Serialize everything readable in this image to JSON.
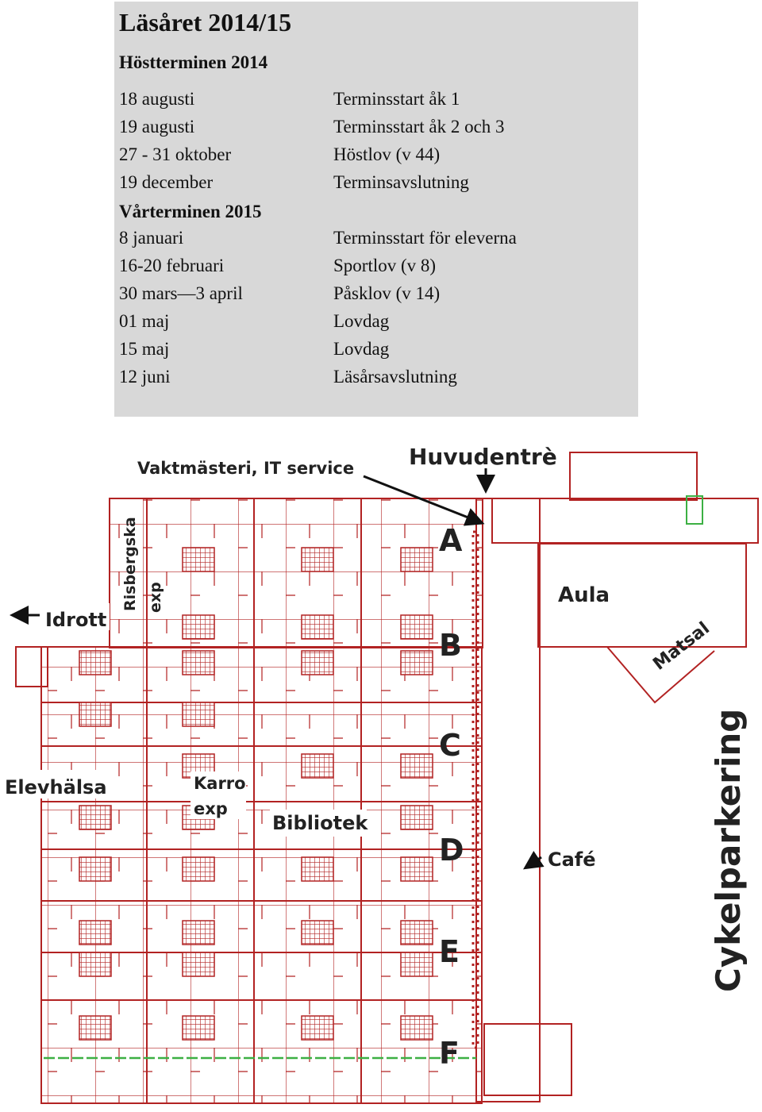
{
  "calendar": {
    "title": "Läsåret 2014/15",
    "autumn": {
      "heading": "Höstterminen 2014",
      "rows": [
        {
          "date": "18 augusti",
          "event": "Terminsstart åk 1"
        },
        {
          "date": "19 augusti",
          "event": "Terminsstart åk 2 och 3"
        },
        {
          "date": "27 - 31 oktober",
          "event": "Höstlov (v 44)"
        },
        {
          "date": "19 december",
          "event": "Terminsavslutning"
        }
      ]
    },
    "spring": {
      "heading": "Vårterminen 2015",
      "rows": [
        {
          "date": "8 januari",
          "event": "Terminsstart för eleverna"
        },
        {
          "date": "16-20 februari",
          "event": "Sportlov (v 8)"
        },
        {
          "date": "30 mars—3 april",
          "event": "Påsklov (v 14)"
        },
        {
          "date": "01 maj",
          "event": "Lovdag"
        },
        {
          "date": "15 maj",
          "event": "Lovdag"
        },
        {
          "date": "12 juni",
          "event": "Läsårsavslutning"
        }
      ]
    }
  },
  "floorplan": {
    "labels": {
      "vaktmasteri": "Vaktmästeri, IT service",
      "huvudentre": "Huvudentrè",
      "risbergska": "Risbergska",
      "risbergska_exp": "exp",
      "idrott": "Idrott",
      "aula": "Aula",
      "matsal": "Matsal",
      "cykelparkering": "Cykelparkering",
      "elevhalsa": "Elevhälsa",
      "karro": "Karro",
      "karro_exp": "exp",
      "bibliotek": "Bibliotek",
      "cafe": "Café"
    },
    "corridors": [
      "A",
      "B",
      "C",
      "D",
      "E",
      "F"
    ],
    "colors": {
      "walls": "#b22222",
      "accent_green": "#3cb043",
      "background": "#ffffff",
      "calendar_bg": "#d8d8d8"
    }
  }
}
